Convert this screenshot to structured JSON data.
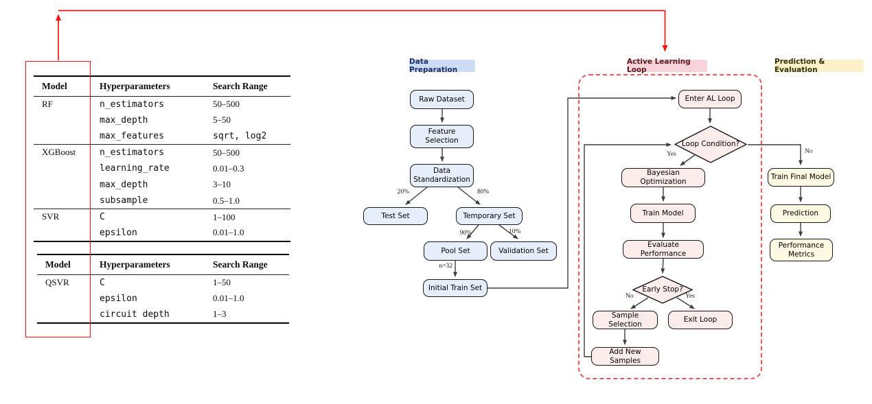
{
  "colors": {
    "accent_red": "#f21313",
    "dashed_red": "#e05a5a",
    "arrow_gray": "#3d3d3d",
    "blue_node_bg": "#e7eefb",
    "pink_node_bg": "#fcecea",
    "yellow_node_bg": "#fdf9e3",
    "blue_chip_bg": "#cbdcf4",
    "pink_chip_bg": "#f7d2d8",
    "yellow_chip_bg": "#fbf0c6"
  },
  "tables": [
    {
      "headers": [
        "Model",
        "Hyperparameters",
        "Search Range"
      ],
      "groups": [
        {
          "model": "RF",
          "rows": [
            {
              "param": "n_estimators",
              "range": "50–500"
            },
            {
              "param": "max_depth",
              "range": "5–50"
            },
            {
              "param": "max_features",
              "range": "sqrt, log2"
            }
          ]
        },
        {
          "model": "XGBoost",
          "rows": [
            {
              "param": "n_estimators",
              "range": "50–500"
            },
            {
              "param": "learning_rate",
              "range": "0.01–0.3"
            },
            {
              "param": "max_depth",
              "range": "3–10"
            },
            {
              "param": "subsample",
              "range": "0.5–1.0"
            }
          ]
        },
        {
          "model": "SVR",
          "rows": [
            {
              "param": "C",
              "range": "1–100"
            },
            {
              "param": "epsilon",
              "range": "0.01–1.0"
            }
          ]
        }
      ]
    },
    {
      "headers": [
        "Model",
        "Hyperparameters",
        "Search Range"
      ],
      "groups": [
        {
          "model": "QSVR",
          "rows": [
            {
              "param": "C",
              "range": "1–50"
            },
            {
              "param": "epsilon",
              "range": "0.01–1.0"
            },
            {
              "param": "circuit depth",
              "range": "1–3"
            }
          ]
        }
      ]
    }
  ],
  "flowchart": {
    "section_labels": {
      "data_preparation": "Data Preparation",
      "active_learning_loop": "Active Learning Loop",
      "prediction_evaluation": "Prediction & Evaluation"
    },
    "nodes": {
      "raw_dataset": "Raw Dataset",
      "feature_selection": "Feature Selection",
      "data_standardization": "Data Standardization",
      "test_set": "Test Set",
      "temporary_set": "Temporary Set",
      "pool_set": "Pool Set",
      "validation_set": "Validation Set",
      "initial_train_set": "Initial Train Set",
      "enter_al_loop": "Enter AL Loop",
      "loop_condition": "Loop Condition?",
      "bayesian_optimization": "Bayesian Optimization",
      "train_model": "Train Model",
      "evaluate_performance": "Evaluate Performance",
      "early_stop": "Early Stop?",
      "sample_selection": "Sample Selection",
      "exit_loop": "Exit Loop",
      "add_new_samples": "Add New Samples",
      "train_final_model": "Train Final Model",
      "prediction": "Prediction",
      "performance_metrics": "Performance Metrics"
    },
    "edge_labels": {
      "test_split": "20%",
      "temp_split": "80%",
      "pool_split": "90%",
      "validation_split": "10%",
      "initial_sample": "n=32",
      "loop_yes": "Yes",
      "loop_no": "No",
      "early_no": "No",
      "early_yes": "Yes"
    }
  }
}
